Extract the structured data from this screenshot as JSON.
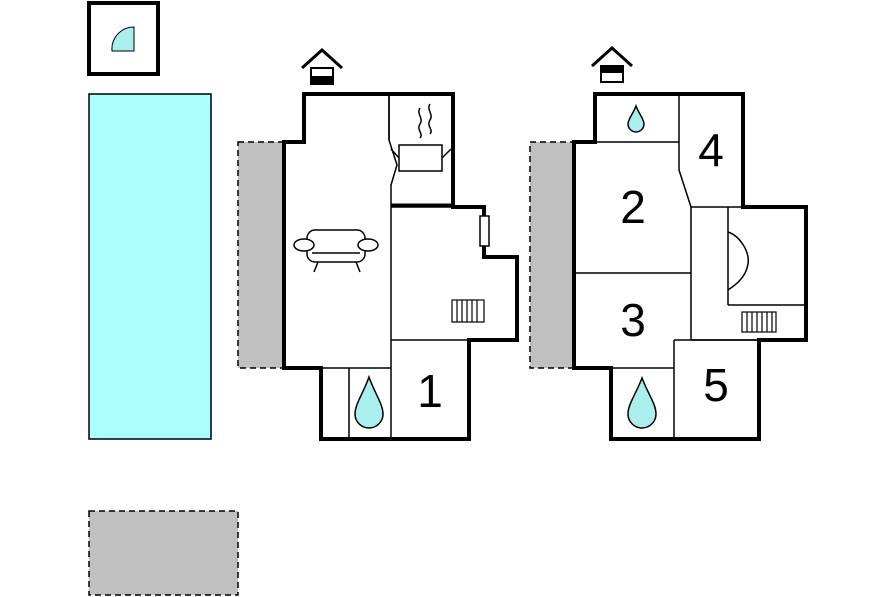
{
  "colors": {
    "wall": "#000000",
    "pool": "#aaffff",
    "terrace": "#c0c0c0",
    "water": "#aaeeee",
    "background": "#ffffff"
  },
  "icons": [
    "quarter-circle-icon",
    "house-entrance-icon",
    "sofa-icon",
    "stove-hood-icon",
    "radiator-icon",
    "water-drop-icon",
    "fireplace-icon",
    "window-icon"
  ],
  "rooms": {
    "ground_floor": {
      "room_1": "1"
    },
    "upper_floor": {
      "room_2": "2",
      "room_3": "3",
      "room_4": "4",
      "room_5": "5"
    }
  }
}
